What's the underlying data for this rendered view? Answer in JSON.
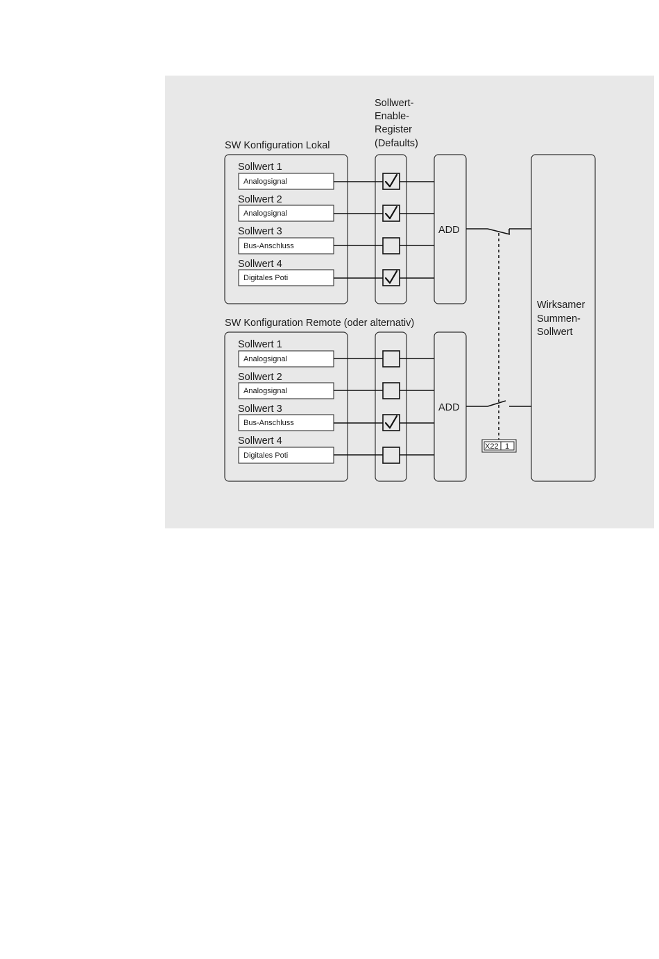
{
  "enable_register": {
    "label_lines": [
      "Sollwert-",
      "Enable-",
      "Register",
      "(Defaults)"
    ]
  },
  "groups": [
    {
      "title": "SW Konfiguration Lokal",
      "add_label": "ADD",
      "rows": [
        {
          "name": "Sollwert 1",
          "source": "Analogsignal",
          "enabled": true
        },
        {
          "name": "Sollwert 2",
          "source": "Analogsignal",
          "enabled": true
        },
        {
          "name": "Sollwert 3",
          "source": "Bus-Anschluss",
          "enabled": false
        },
        {
          "name": "Sollwert 4",
          "source": "Digitales Poti",
          "enabled": true
        }
      ]
    },
    {
      "title": "SW Konfiguration Remote (oder alternativ)",
      "add_label": "ADD",
      "rows": [
        {
          "name": "Sollwert 1",
          "source": "Analogsignal",
          "enabled": false
        },
        {
          "name": "Sollwert 2",
          "source": "Analogsignal",
          "enabled": false
        },
        {
          "name": "Sollwert 3",
          "source": "Bus-Anschluss",
          "enabled": true
        },
        {
          "name": "Sollwert 4",
          "source": "Digitales Poti",
          "enabled": false
        }
      ]
    }
  ],
  "output": {
    "label_lines": [
      "Wirksamer",
      "Summen-",
      "Sollwert"
    ]
  },
  "terminal": {
    "name": "X22",
    "pin": "1"
  }
}
